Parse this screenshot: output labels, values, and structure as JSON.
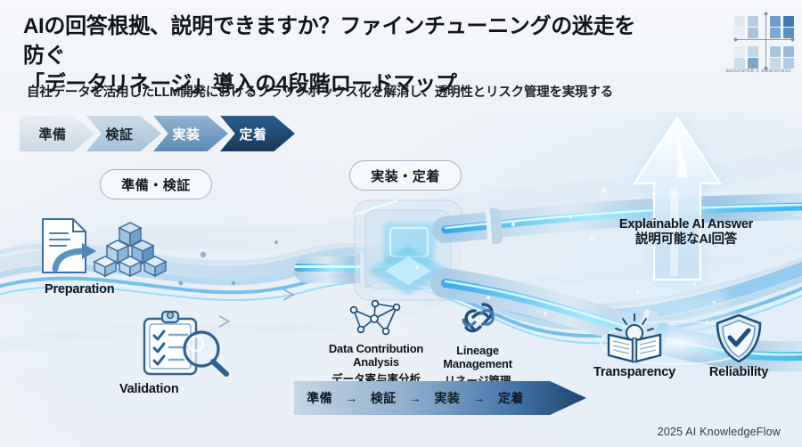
{
  "header": {
    "title_line1": "AIの回答根拠、説明できますか？ファインチューニングの迷走を防ぐ",
    "title_line2": "「データリネージ」導入の4段階ロードマップ",
    "subtitle": "自社データを活用したLLM開発におけるブラックボックス化を解消し、透明性とリスク管理を実現する",
    "logo_caption": "assurance x awareness"
  },
  "steps": [
    {
      "label": "準備",
      "bg_from": "#e9eef4",
      "bg_to": "#ccd8e4",
      "color": "#1a222b"
    },
    {
      "label": "検証",
      "bg_from": "#ccdbe9",
      "bg_to": "#a7c0d8",
      "color": "#16202a"
    },
    {
      "label": "実装",
      "bg_from": "#8fb2d0",
      "bg_to": "#5d8cb6",
      "color": "#ffffff"
    },
    {
      "label": "定着",
      "bg_from": "#2a5d8f",
      "bg_to": "#17395d",
      "color": "#ffffff"
    }
  ],
  "pills": {
    "left": "準備・検証",
    "right": "実装・定着"
  },
  "icons": {
    "preparation": {
      "label": "Preparation",
      "icon": "document-to-cubes-icon"
    },
    "validation": {
      "label": "Validation",
      "icon": "clipboard-magnifier-icon"
    },
    "data_contribution": {
      "label_line1": "Data Contribution",
      "label_line2": "Analysis",
      "label_jp": "データ寄与率分析",
      "icon": "network-graph-icon"
    },
    "lineage": {
      "label_line1": "Lineage",
      "label_line2": "Management",
      "label_jp": "リネージ管理",
      "icon": "chain-link-icon"
    },
    "answer": {
      "label_en": "Explainable AI Answer",
      "label_jp": "説明可能なAI回答",
      "icon": "up-arrow-glow-icon"
    },
    "transparency": {
      "label": "Transparency",
      "icon": "open-book-sun-icon"
    },
    "reliability": {
      "label": "Reliability",
      "icon": "shield-check-icon"
    }
  },
  "roadmap": {
    "stages": [
      "準備",
      "検証",
      "実装",
      "定着"
    ],
    "arrow": "→"
  },
  "footer": "2025 AI KnowledgeFlow",
  "colors": {
    "background": "#f2f4f8",
    "accent_deep": "#17395d",
    "accent_mid": "#4a7bab",
    "accent_light": "#c6d5e6",
    "glow_cyan": "#5fd8ff",
    "text": "#111418"
  }
}
